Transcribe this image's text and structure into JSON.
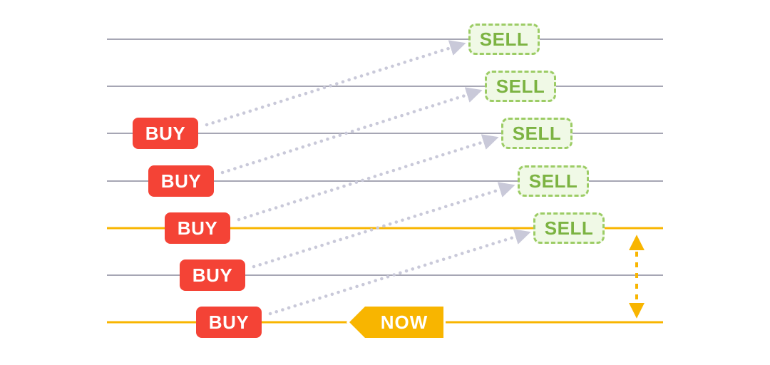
{
  "labels": {
    "buy": "BUY",
    "sell": "SELL",
    "now": "NOW"
  },
  "colors": {
    "buy_badge_bg": "#F44336",
    "buy_badge_text": "#FFFFFF",
    "sell_badge_bg": "#F0F9E6",
    "sell_badge_border": "#9CCC65",
    "sell_badge_text": "#7CB342",
    "price_line": "#A6A6B4",
    "active_price_line": "#F8B500",
    "arrow_dots": "#C9C9D9",
    "now_tag_bg": "#F8B500",
    "now_tag_text": "#FFFFFF",
    "range_arrow": "#F8B500"
  },
  "structure": {
    "price_levels": 7,
    "highlighted_levels": [
      5,
      7
    ],
    "buy_order_levels": [
      3,
      4,
      5,
      6,
      7
    ],
    "sell_order_levels": [
      1,
      2,
      3,
      4,
      5
    ],
    "buy_to_sell_pairs": [
      [
        3,
        1
      ],
      [
        4,
        2
      ],
      [
        5,
        3
      ],
      [
        6,
        4
      ],
      [
        7,
        5
      ]
    ],
    "now_level": 7,
    "range_arrow_between_levels": [
      5,
      7
    ]
  }
}
